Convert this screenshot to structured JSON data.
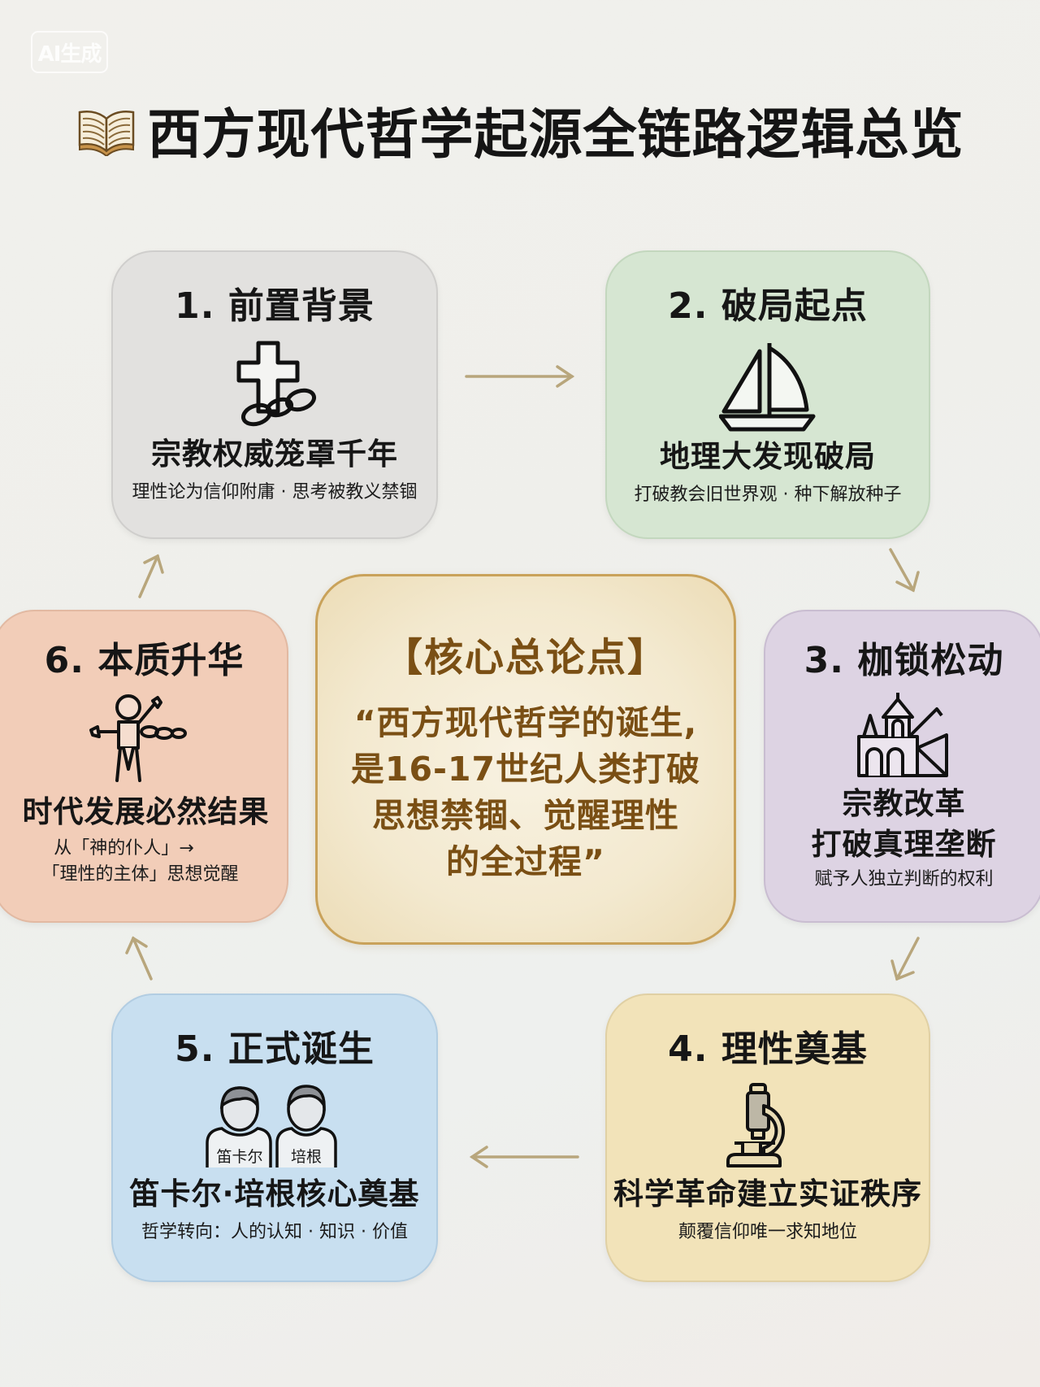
{
  "watermark": "AI生成",
  "header": {
    "title": "西方现代哲学起源全链路逻辑总览",
    "icon": "open-book-icon"
  },
  "colors": {
    "accent_gold": "#c9a25a",
    "core_text": "#7a4f14",
    "arrow": "#b8a67c",
    "card1_bg": "#e2e1df",
    "card2_bg": "#d6e6d2",
    "card3_bg": "#ddd3e3",
    "card4_bg": "#f2e3b9",
    "card5_bg": "#c8dff0",
    "card6_bg": "#f2cdb8"
  },
  "core": {
    "title": "【核心总论点】",
    "quote_lines": [
      "“西方现代哲学的诞生,",
      "是16-17世纪人类打破",
      "思想禁锢、觉醒理性",
      "的全过程”"
    ]
  },
  "steps": [
    {
      "title": "1. 前置背景",
      "icon": "cross-chain-icon",
      "headline": "宗教权威笼罩千年",
      "subtitle": "理性论为信仰附庸 · 思考被教义禁锢"
    },
    {
      "title": "2. 破局起点",
      "icon": "sailboat-icon",
      "headline": "地理大发现破局",
      "subtitle": "打破教会旧世界观 · 种下解放种子"
    },
    {
      "title": "3. 枷锁松动",
      "icon": "broken-church-icon",
      "headline_lines": [
        "宗教改革",
        "打破真理垄断"
      ],
      "subtitle": "赋予人独立判断的权利"
    },
    {
      "title": "4. 理性奠基",
      "icon": "microscope-icon",
      "headline": "科学革命建立实证秩序",
      "subtitle": "颠覆信仰唯一求知地位"
    },
    {
      "title": "5. 正式诞生",
      "icon": "two-philosophers-icon",
      "icon_labels": [
        "笛卡尔",
        "培根"
      ],
      "headline": "笛卡尔·培根核心奠基",
      "subtitle": "哲学转向：人的认知 · 知识 · 价值"
    },
    {
      "title": "6. 本质升华",
      "icon": "breaking-chains-person-icon",
      "headline": "时代发展必然结果",
      "subtitle_lines": [
        "从「神的仆人」→",
        "「理性的主体」思想觉醒"
      ]
    }
  ],
  "flow": [
    "1→2",
    "2→3",
    "3→4",
    "4→5",
    "5→6",
    "6→1"
  ]
}
